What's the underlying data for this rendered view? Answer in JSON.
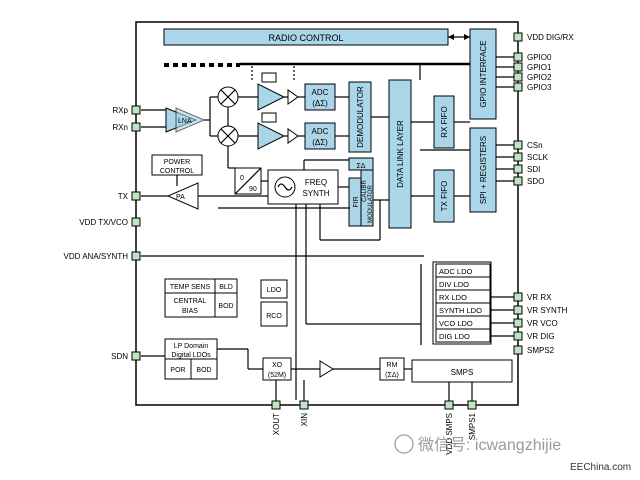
{
  "blocks": {
    "radio_control": "RADIO CONTROL",
    "gpio_interface": "GPIO INTERFACE",
    "spi_registers": "SPI + REGISTERS",
    "rx_fifo": "RX FIFO",
    "tx_fifo": "TX FIFO",
    "data_link_layer": "DATA LINK LAYER",
    "demodulator": "DEMODULATOR",
    "fir": "FIR",
    "calibr": "CALIBR",
    "modulator": "MODULATOR",
    "sigma_delta": "ΣΔ",
    "adc_top": "ADC",
    "adc_top_sub": "(ΔΣ)",
    "adc_bottom": "ADC",
    "adc_bottom_sub": "(ΔΣ)",
    "lna": "LNA",
    "pa": "PA",
    "power_control_1": "POWER",
    "power_control_2": "CONTROL",
    "phase_0": "0",
    "phase_90": "90",
    "freq_synth_1": "FREQ",
    "freq_synth_2": "SYNTH",
    "temp_sens": "TEMP SENS",
    "bld": "BLD",
    "central_bias_1": "CENTRAL",
    "central_bias_2": "BIAS",
    "bod": "BOD",
    "ldo": "LDO",
    "rco": "RCO",
    "lp_domain_1": "LP Domain",
    "lp_domain_2": "Digital LDOs",
    "por": "POR",
    "bod2": "BOD",
    "xo": "XO",
    "xo_freq": "(52M)",
    "rm": "RM",
    "rm_sub": "(ΣΔ)",
    "smps": "SMPS",
    "ldo_list": [
      "ADC LDO",
      "DIV LDO",
      "RX LDO",
      "SYNTH LDO",
      "VCO LDO",
      "DIG LDO"
    ]
  },
  "pins_left": {
    "rxp": "RXp",
    "rxn": "RXn",
    "tx": "TX",
    "vdd_tx_vco": "VDD TX/VCO",
    "vdd_ana_synth": "VDD ANA/SYNTH",
    "sdn": "SDN"
  },
  "pins_right": {
    "vdd_dig_rx": "VDD DIG/RX",
    "gpio": [
      "GPIO0",
      "GPIO1",
      "GPIO2",
      "GPIO3"
    ],
    "spi": [
      "CSn",
      "SCLK",
      "SDI",
      "SDO"
    ],
    "vr": [
      "VR RX",
      "VR SYNTH",
      "VR VCO",
      "VR DIG"
    ],
    "smps2": "SMPS2"
  },
  "pins_bottom": {
    "xout": "XOUT",
    "xin": "XIN",
    "vdd_smps": "VDD SMPS",
    "smps1": "SMPS1"
  },
  "watermark": {
    "wechat": "微信号: icwangzhijie",
    "site": "EEChina.com"
  }
}
